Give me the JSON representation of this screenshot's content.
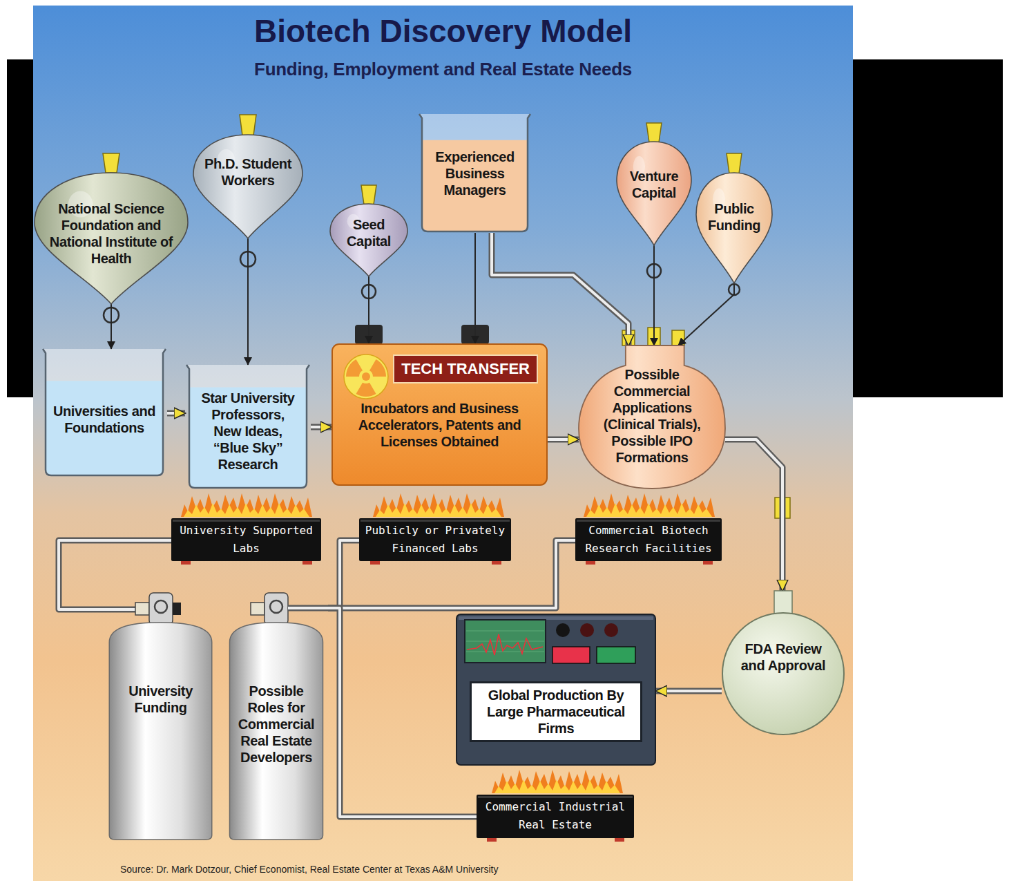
{
  "diagram": {
    "title": "Biotech Discovery Model",
    "nodes": [
      {
        "text": [
          "National Science Foundation and National Institute of Health"
        ]
      },
      {
        "text": [
          "Ph.D. Student Workers"
        ]
      },
      {
        "text": [
          "Seed Capital"
        ]
      },
      {
        "text": [
          "Experienced Business Managers"
        ]
      },
      {
        "text": [
          "Venture Capital"
        ]
      },
      {
        "text": [
          "Public Funding"
        ]
      },
      {
        "text": [
          "Universities and Foundations"
        ]
      },
      {
        "text": [
          "Star University Professors, New Ideas, “Blue Sky” Research"
        ]
      },
      {
        "text": [
          "TECH TRANSFER",
          "Incubators and Business Accelerators, Patents and Licenses Obtained"
        ]
      },
      {
        "text": [
          "Possible Commercial Applications (Clinical Trials), Possible IPO Formations"
        ]
      },
      {
        "text": [
          "University Supported Labs"
        ]
      },
      {
        "text": [
          "Publicly or Privately Financed Labs"
        ]
      },
      {
        "text": [
          "Commercial Biotech Research Facilities"
        ]
      },
      {
        "text": [
          "University Funding"
        ]
      },
      {
        "text": [
          "Possible Roles for Commercial Real Estate Developers"
        ]
      },
      {
        "text": [
          "Global Production By Large Pharmaceutical Firms"
        ]
      },
      {
        "text": [
          "FDA Review and Approval"
        ]
      },
      {
        "text": [
          "Commercial Industrial Real Estate"
        ]
      }
    ],
    "edges": [
      {
        "from": 0,
        "to": 6,
        "arrow": "to"
      },
      {
        "from": 1,
        "to": 7,
        "arrow": "to"
      },
      {
        "from": 2,
        "to": 8,
        "arrow": "to"
      },
      {
        "from": 3,
        "to": 8,
        "arrow": "to"
      },
      {
        "from": 3,
        "to": 9,
        "arrow": "to"
      },
      {
        "from": 4,
        "to": 9,
        "arrow": "to"
      },
      {
        "from": 5,
        "to": 9,
        "arrow": "to"
      },
      {
        "from": 6,
        "to": 7,
        "arrow": "to"
      },
      {
        "from": 7,
        "to": 8,
        "arrow": "to"
      },
      {
        "from": 8,
        "to": 9,
        "arrow": "to"
      },
      {
        "from": 9,
        "to": 16,
        "arrow": "to"
      },
      {
        "from": 16,
        "to": 15,
        "arrow": "to"
      },
      {
        "from": 13,
        "to": 10,
        "arrow": "none"
      },
      {
        "from": 14,
        "to": 11,
        "arrow": "none"
      },
      {
        "from": 14,
        "to": 12,
        "arrow": "none"
      },
      {
        "from": 14,
        "to": 17,
        "arrow": "none"
      }
    ],
    "labels": [
      "Funding, Employment and Real Estate Needs",
      "Source: Dr. Mark Dotzour, Chief Economist, Real Estate Center at Texas A&M University"
    ]
  }
}
